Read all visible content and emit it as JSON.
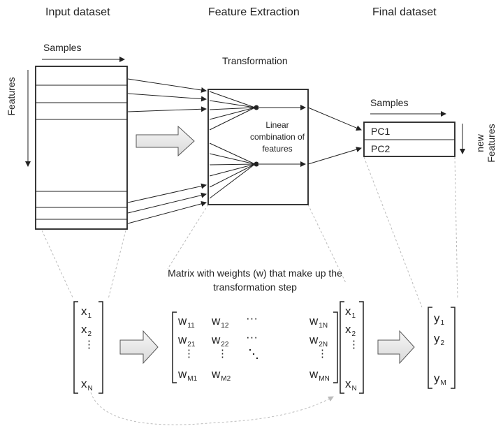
{
  "titles": {
    "input": "Input dataset",
    "extraction": "Feature Extraction",
    "final": "Final dataset"
  },
  "input": {
    "samples_label": "Samples",
    "features_label": "Features"
  },
  "transform": {
    "title": "Transformation",
    "inner_text": "Linear combination of features"
  },
  "final": {
    "samples_label": "Samples",
    "features_label": "new Features",
    "rows": [
      "PC1",
      "PC2"
    ]
  },
  "matrix_caption": "Matrix with weights (w) that make up the transformation step",
  "vector_x": {
    "entries": [
      {
        "base": "x",
        "sub": "1"
      },
      {
        "base": "x",
        "sub": "2"
      },
      {
        "base": "x",
        "sub": "N"
      }
    ]
  },
  "weights": {
    "rows": [
      [
        {
          "base": "w",
          "sub": "11"
        },
        {
          "base": "w",
          "sub": "12"
        },
        {
          "base": "···",
          "sub": ""
        },
        {
          "base": "w",
          "sub": "1N"
        }
      ],
      [
        {
          "base": "w",
          "sub": "21"
        },
        {
          "base": "w",
          "sub": "22"
        },
        {
          "base": "···",
          "sub": ""
        },
        {
          "base": "w",
          "sub": "2N"
        }
      ],
      [
        {
          "base": "w",
          "sub": "M1"
        },
        {
          "base": "w",
          "sub": "M2"
        },
        {
          "base": "",
          "sub": ""
        },
        {
          "base": "w",
          "sub": "MN"
        }
      ]
    ]
  },
  "vector_y": {
    "entries": [
      {
        "base": "y",
        "sub": "1"
      },
      {
        "base": "y",
        "sub": "2"
      },
      {
        "base": "y",
        "sub": "M"
      }
    ]
  },
  "colors": {
    "line": "#222222",
    "dashed": "#bbbbbb",
    "arrow_fill": "#ececec"
  }
}
